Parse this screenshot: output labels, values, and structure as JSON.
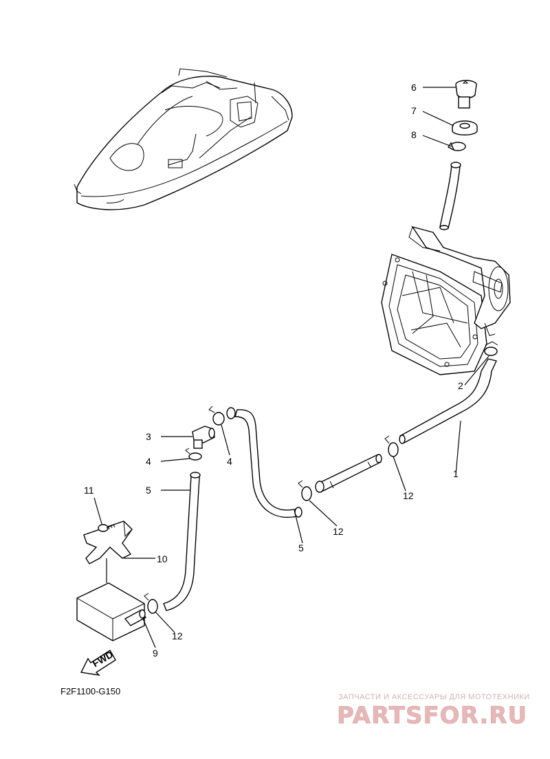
{
  "diagram_code": "F2F1100-G150",
  "fwd_label": "FWD",
  "callouts": {
    "c1": "1",
    "c2": "2",
    "c3": "3",
    "c4a": "4",
    "c4b": "4",
    "c5a": "5",
    "c5b": "5",
    "c6": "6",
    "c7": "7",
    "c8": "8",
    "c9": "9",
    "c10": "10",
    "c11": "11",
    "c12a": "12",
    "c12b": "12",
    "c12c": "12"
  },
  "watermark": {
    "tagline": "ЗАПЧАСТИ И АКСЕССУАРЫ ДЛЯ МОТОТЕХНИКИ",
    "brand": "PARTSFOR.RU"
  }
}
